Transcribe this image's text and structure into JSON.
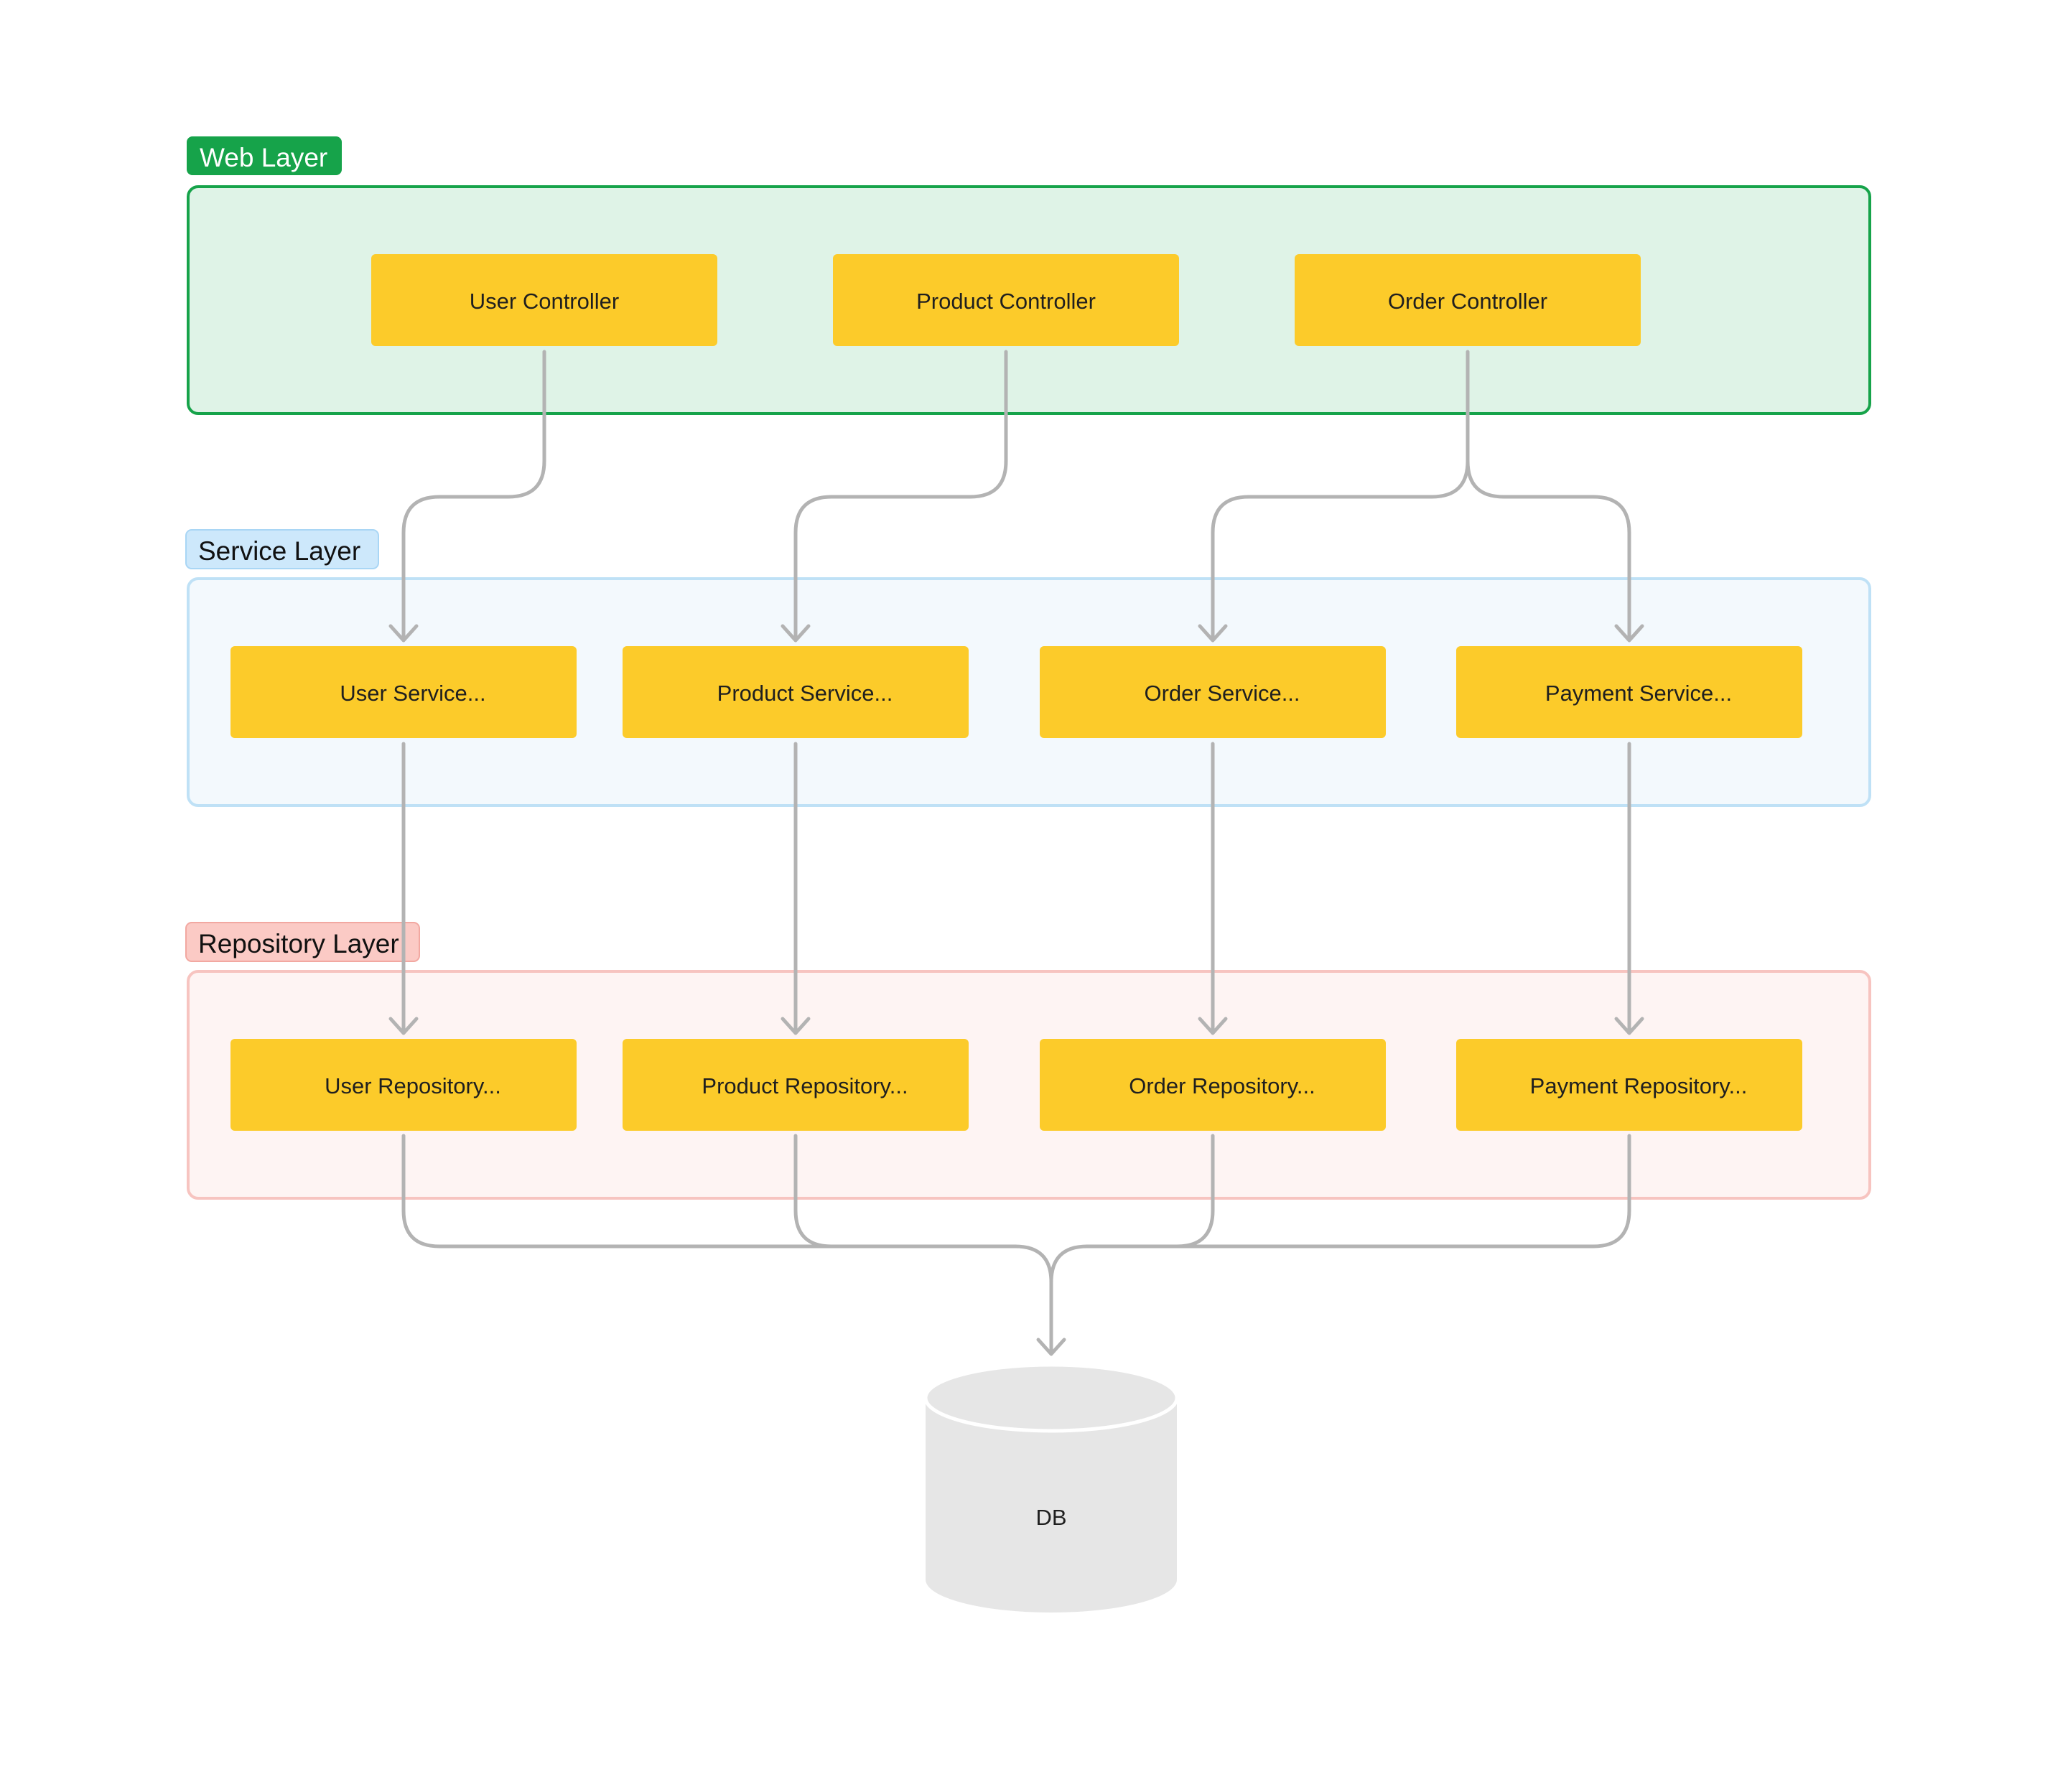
{
  "diagram": {
    "layers": {
      "web": {
        "label": "Web Layer",
        "fill": "#dff3e7",
        "stroke": "#16a34a",
        "tag_fill": "#16a34a",
        "tag_text": "#ffffff"
      },
      "service": {
        "label": "Service Layer",
        "fill": "#f3f9fd",
        "stroke": "#bfe1f6",
        "tag_fill": "#cde8fb",
        "tag_text": "#111111"
      },
      "repository": {
        "label": "Repository Layer",
        "fill": "#fef4f3",
        "stroke": "#f7c4c0",
        "tag_fill": "#fbcac5",
        "tag_text": "#111111"
      }
    },
    "nodes": {
      "user_controller": "User Controller",
      "product_controller": "Product Controller",
      "order_controller": "Order Controller",
      "user_service": "User Service...",
      "product_service": "Product Service...",
      "order_service": "Order Service...",
      "payment_service": "Payment Service...",
      "user_repository": "User Repository...",
      "product_repository": "Product Repository...",
      "order_repository": "Order Repository...",
      "payment_repository": "Payment Repository..."
    },
    "database": {
      "label": "DB",
      "fill": "#e6e6e6"
    },
    "colors": {
      "node": "#fccb2a",
      "connector": "#b3b3b3"
    }
  }
}
